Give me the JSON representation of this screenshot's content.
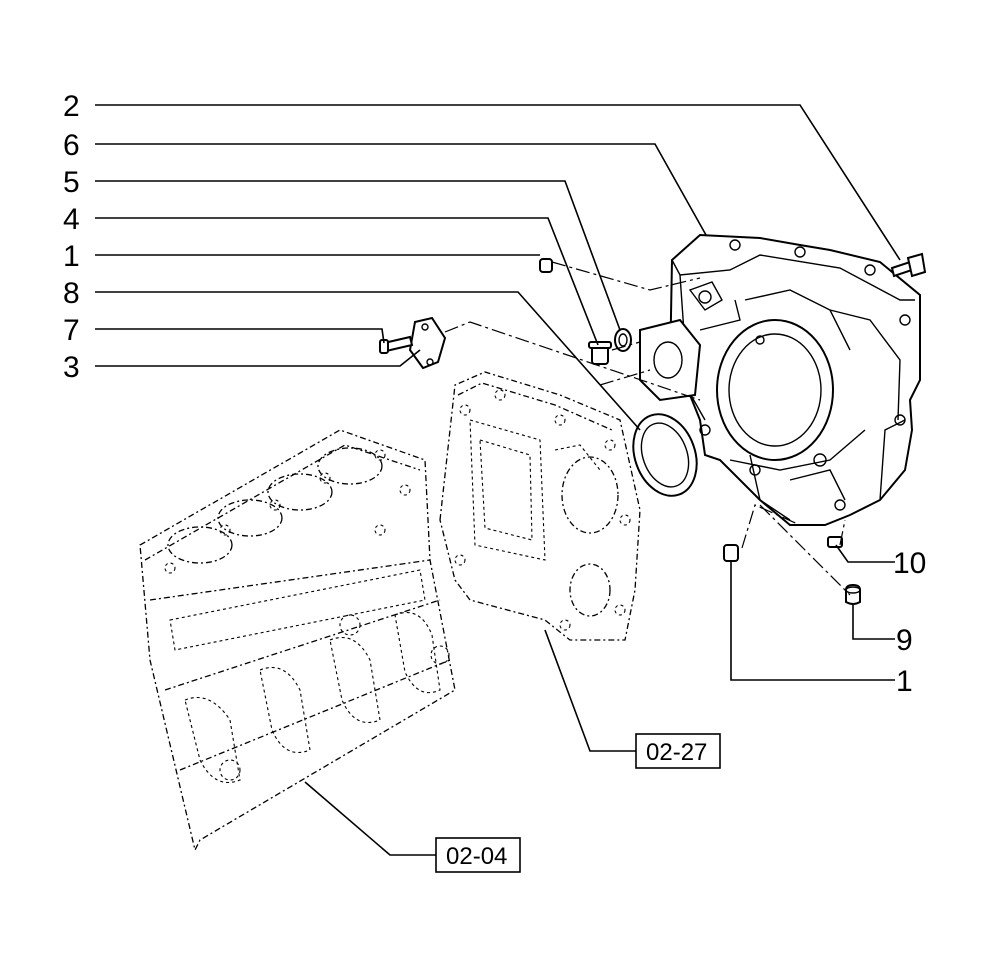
{
  "callouts": {
    "c2": "2",
    "c6": "6",
    "c5": "5",
    "c4": "4",
    "c1_top": "1",
    "c8": "8",
    "c7": "7",
    "c3": "3",
    "c10": "10",
    "c9": "9",
    "c1_bottom": "1"
  },
  "references": {
    "cover_plate": "02-27",
    "engine_block": "02-04"
  }
}
